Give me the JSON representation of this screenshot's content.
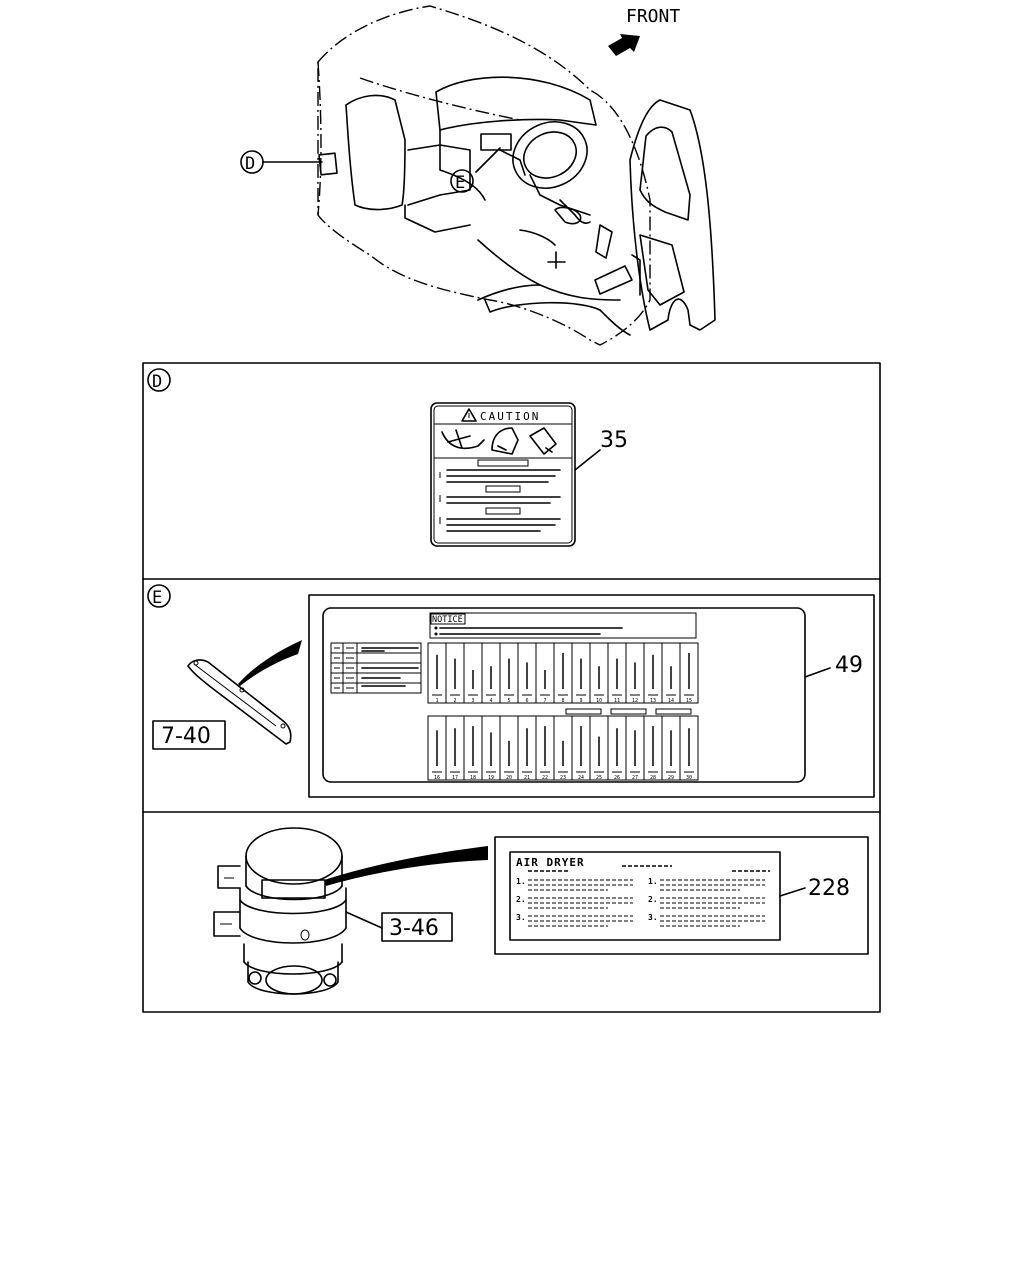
{
  "front_label": "FRONT",
  "view_d": {
    "letter": "D",
    "callout": "35",
    "caution_title": "CAUTION"
  },
  "view_e": {
    "letter": "E",
    "callout": "49",
    "ref_part": "7-40",
    "notice_title": "NOTICE",
    "fuse_numbers_top": [
      "1",
      "2",
      "3",
      "4",
      "5",
      "6",
      "7",
      "8",
      "9",
      "10",
      "11",
      "12",
      "13",
      "14",
      "15"
    ],
    "fuse_numbers_bottom": [
      "16",
      "17",
      "18",
      "19",
      "20",
      "21",
      "22",
      "23",
      "24",
      "25",
      "26",
      "27",
      "28",
      "29",
      "30"
    ]
  },
  "view_air": {
    "callout": "228",
    "ref_part": "3-46",
    "label_title": "AIR DRYER",
    "steps_left": [
      "1.",
      "2.",
      "3."
    ],
    "steps_right": [
      "1.",
      "2.",
      "3."
    ]
  }
}
